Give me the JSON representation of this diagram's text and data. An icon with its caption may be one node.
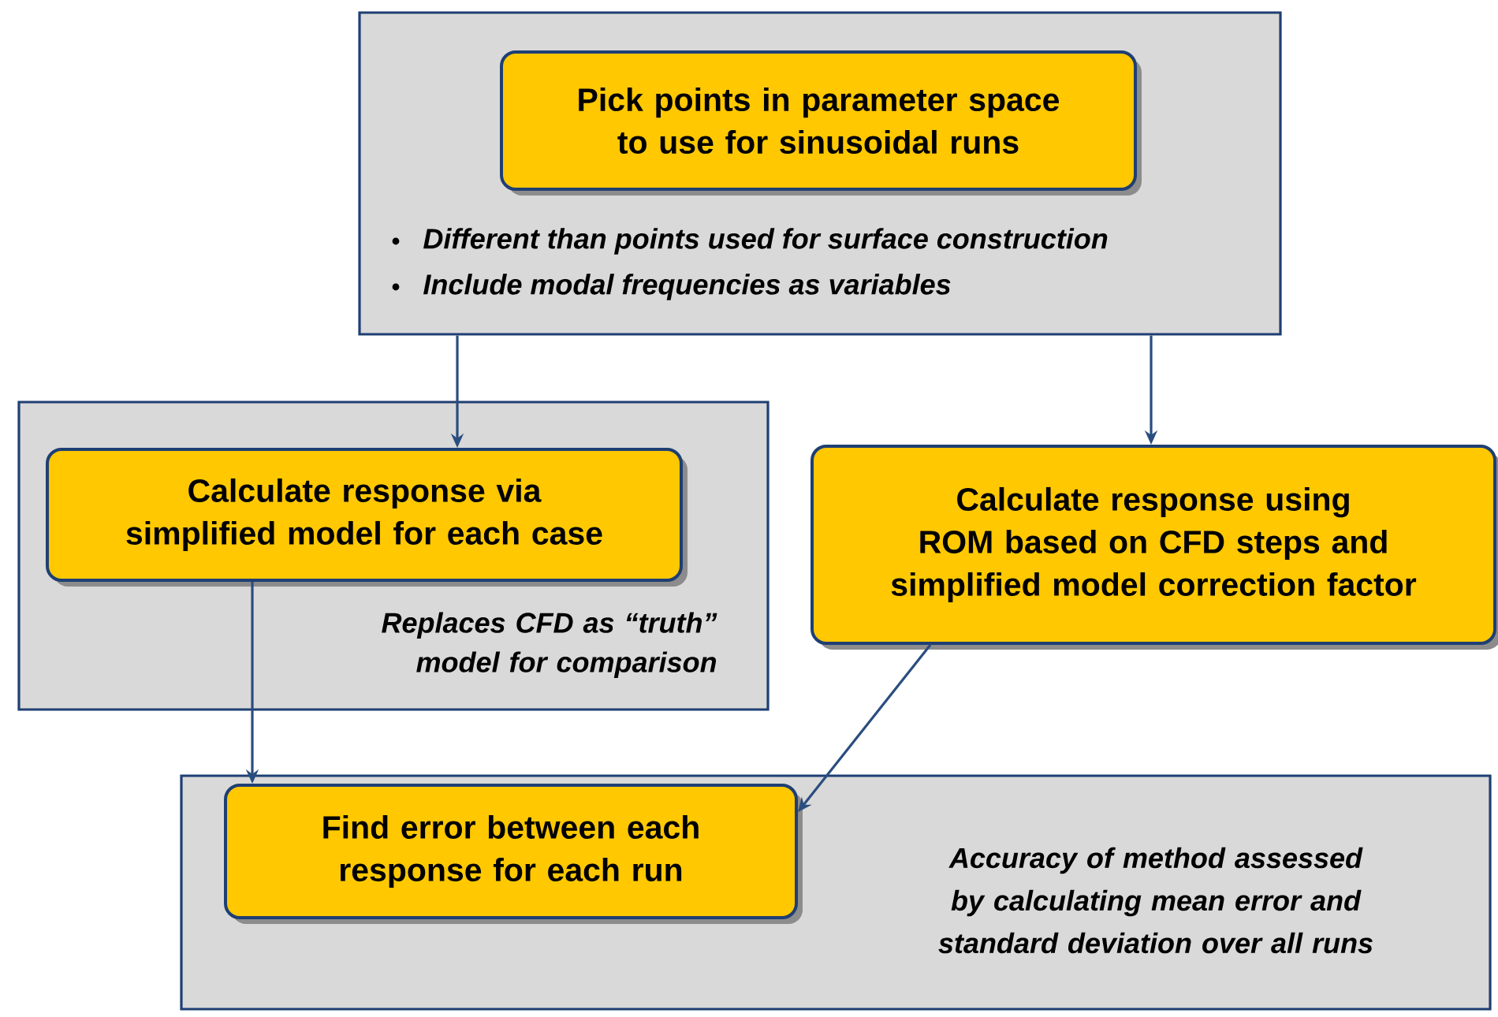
{
  "diagram": {
    "nodes": [
      {
        "text": [
          "Different than points used for surface construction",
          "Include modal frequencies as variables"
        ]
      },
      {
        "text": [
          "Pick points in parameter space to use for sinusoidal runs"
        ],
        "in": 0
      },
      {
        "text": [
          "Replaces CFD as “truth” model for comparison"
        ]
      },
      {
        "text": [
          "Calculate response via simplified model for each case"
        ],
        "in": 2
      },
      {
        "text": [
          "Calculate response using ROM based on CFD steps and simplified model correction factor"
        ]
      },
      {
        "text": [
          "Accuracy of method assessed by calculating mean error and standard deviation over all runs"
        ]
      },
      {
        "text": [
          "Find error between each response for each run"
        ],
        "in": 5
      }
    ],
    "edges": [
      {
        "from": 0,
        "to": 3,
        "arrow": "to"
      },
      {
        "from": 0,
        "to": 4,
        "arrow": "to"
      },
      {
        "from": 3,
        "to": 6,
        "arrow": "to"
      },
      {
        "from": 4,
        "to": 6,
        "arrow": "to"
      }
    ]
  }
}
